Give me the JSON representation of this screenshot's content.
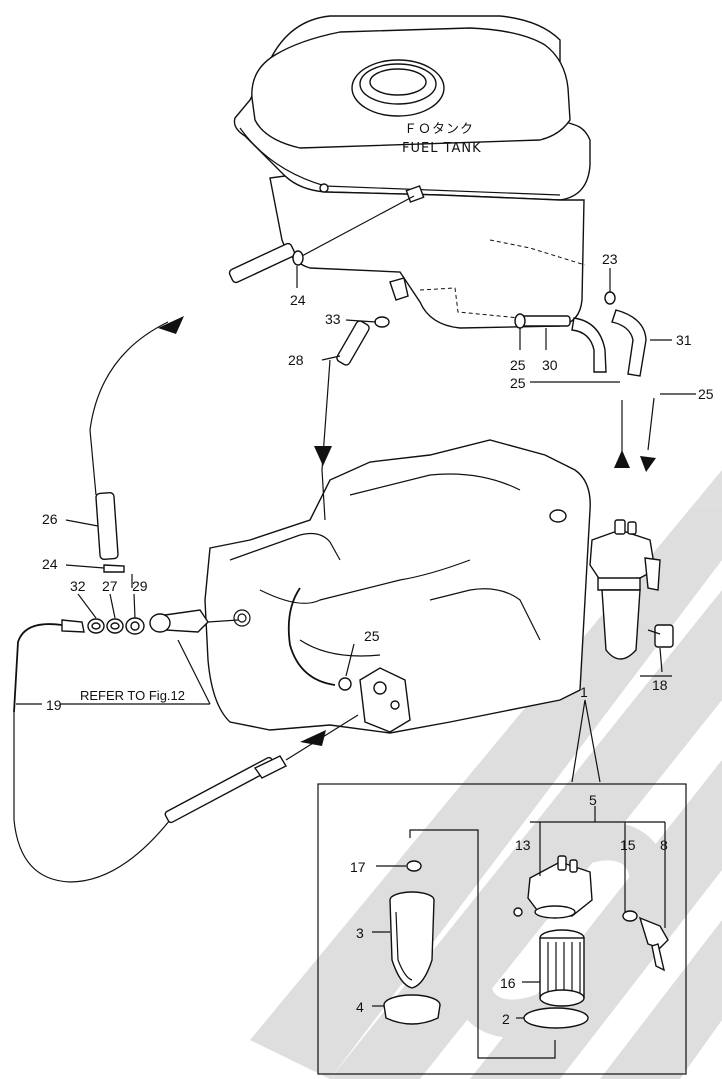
{
  "tank": {
    "title_jp": "ＦＯタンク",
    "title_en": "FUEL TANK"
  },
  "reference_note": "REFER TO Fig.12",
  "callouts": {
    "c1": "1",
    "c2": "2",
    "c3": "3",
    "c4": "4",
    "c5": "5",
    "c8": "8",
    "c13": "13",
    "c15": "15",
    "c16": "16",
    "c17": "17",
    "c18": "18",
    "c19": "19",
    "c23": "23",
    "c24a": "24",
    "c24b": "24",
    "c25a": "25",
    "c25b": "25",
    "c25c": "25",
    "c25d": "25",
    "c26": "26",
    "c27": "27",
    "c28": "28",
    "c29": "29",
    "c30": "30",
    "c31": "31",
    "c32": "32",
    "c33": "33"
  },
  "colors": {
    "line": "#111111",
    "watermark": "#d9d9d9",
    "background": "#ffffff"
  }
}
